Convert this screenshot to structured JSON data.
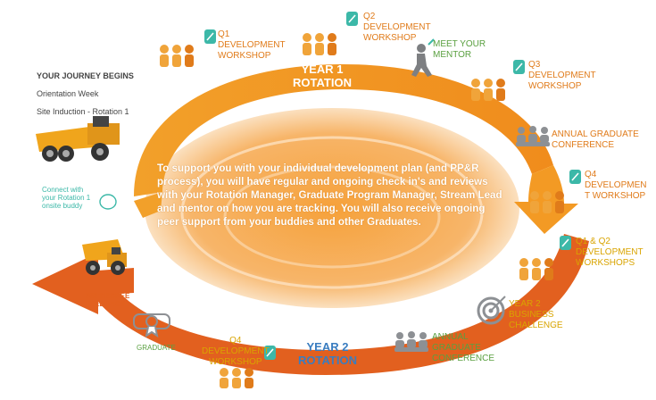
{
  "intro": {
    "heading": "YOUR JOURNEY BEGINS",
    "orientation": "Orientation Week",
    "induction": "Site Induction - Rotation 1"
  },
  "buddy": {
    "text": "Connect with\nyour Rotation 1\nonsite buddy"
  },
  "feedback": {
    "text": "360 DEGREE\nFEEDBACK"
  },
  "graduate": {
    "text": "GRADUATE"
  },
  "year1": {
    "line1": "YEAR 1",
    "line2": "ROTATION"
  },
  "year2": {
    "line1": "YEAR 2",
    "line2": "ROTATION"
  },
  "center_text": "To support you with your individual development plan (and PP&R process), you will have regular and ongoing check in's and reviews with your Rotation Manager, Graduate Program Manager, Stream Lead and mentor on how you are tracking. You will also receive ongoing peer support from your buddies and other Graduates.",
  "milestones": {
    "q1": "Q1\nDEVELOPMENT\nWORKSHOP",
    "q2": "Q2\nDEVELOPMENT\nWORKSHOP",
    "mentor": "MEET YOUR\nMENTOR",
    "q3": "Q3\nDEVELOPMENT\nWORKSHOP",
    "conf1": "ANNUAL GRADUATE\nCONFERENCE",
    "q4": "Q4\nDEVELOPMEN\nT WORKSHOP",
    "q1q2": "Q1 & Q2\nDEVELOPMENT\nWORKSHOPS",
    "challenge": "YEAR 2\nBUSINESS\nCHALLENGE",
    "conf2": "ANNUAL\nGRADUATE\nCONFERENCE",
    "q4y2": "Q4\nDEVELOPMENT\nWORKSHOP"
  },
  "colors": {
    "orange": "#f39a24",
    "dark_orange": "#e2601f",
    "green": "#5aa040",
    "gold": "#d9a400",
    "teal": "#3cb8a8",
    "blue": "#3a7dc0",
    "grey": "#8d9094"
  }
}
